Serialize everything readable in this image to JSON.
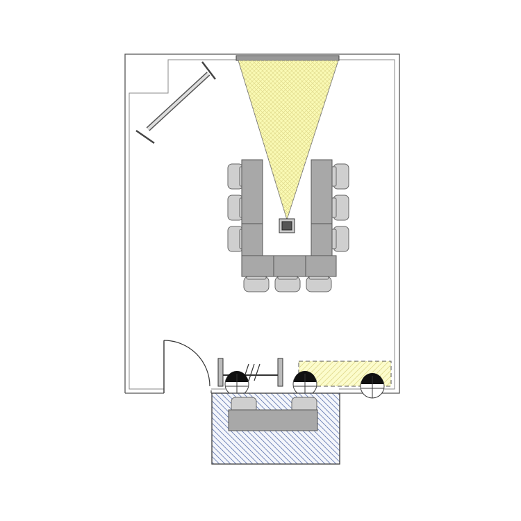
{
  "colors": {
    "background": "#ffffff",
    "wall": "#555555",
    "furniture": "#a8a8a8",
    "chair": "#cfcfcf",
    "projection_fill": "#fafab4",
    "projection_hatch": "#e0d98c",
    "booth_hatch": "#6a7fb5",
    "booth_fill": "#f4f6fb"
  },
  "elements": {
    "screen": "projection-screen",
    "projector": "projector-icon",
    "whiteboard": "wall-mounted-board",
    "door": "door-swing",
    "ceiling_lights": "ceiling-light-icon",
    "conference_table": "u-shaped-table",
    "booth": "interpreter-booth"
  }
}
